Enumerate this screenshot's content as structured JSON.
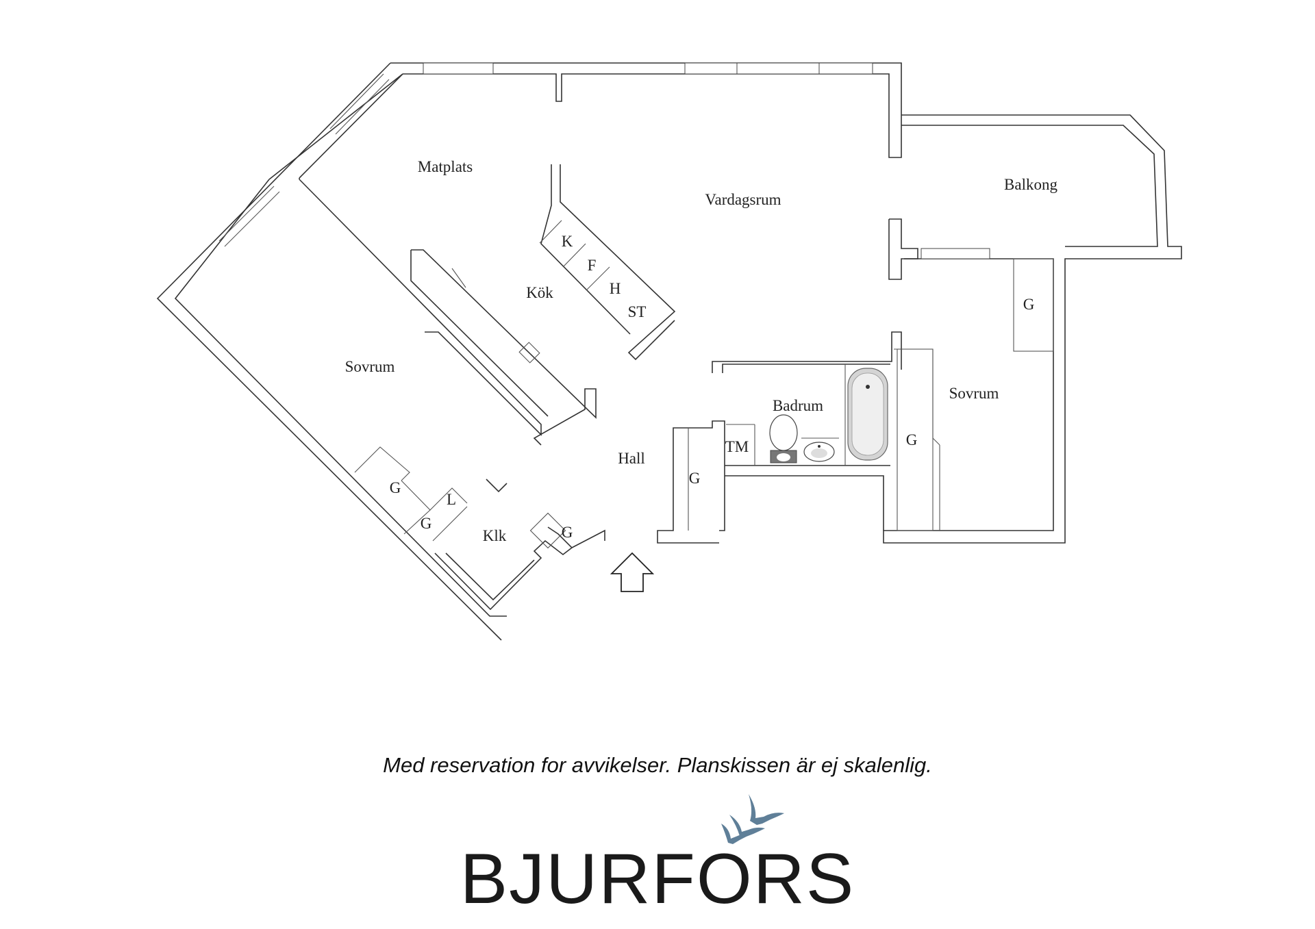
{
  "plan": {
    "rooms": {
      "matplats": "Matplats",
      "vardagsrum": "Vardagsrum",
      "balkong": "Balkong",
      "kok": "Kök",
      "k": "K",
      "f": "F",
      "h": "H",
      "st": "ST",
      "sovrum_left": "Sovrum",
      "sovrum_right": "Sovrum",
      "badrum": "Badrum",
      "tm": "TM",
      "hall": "Hall",
      "klk": "Klk",
      "l": "L",
      "g_balkong_closet": "G",
      "g_sovrum_right": "G",
      "g_hall": "G",
      "g_left_top": "G",
      "g_left_bottom": "G",
      "g_entry": "G"
    }
  },
  "footer": {
    "disclaimer": "Med reservation for avvikelser. Planskissen är ej skalenlig.",
    "brand": "BJURFORS"
  },
  "colors": {
    "brand_bird": "#5f7f98",
    "walls": "#333333"
  },
  "icons": {
    "entry": "entry-arrow-icon",
    "logo": "birds-logo-icon"
  }
}
